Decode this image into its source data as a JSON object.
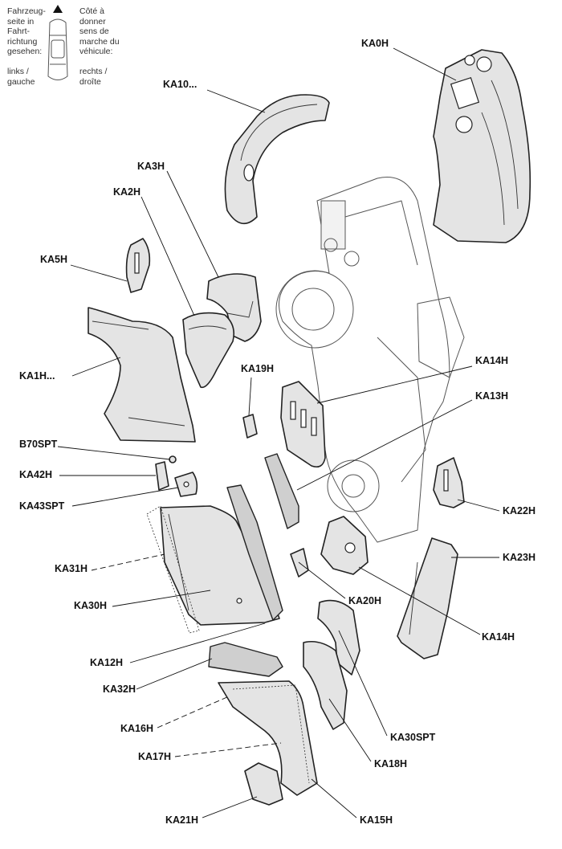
{
  "orientation_note": {
    "left_lines": [
      "Fahrzeug-",
      "seite in",
      "Fahrt-",
      "richtung",
      "gesehen:",
      "",
      "links /",
      "gauche"
    ],
    "right_lines": [
      "Côté à",
      "donner",
      "sens de",
      "marche du",
      "véhicule:",
      "",
      "rechts /",
      "droîte"
    ]
  },
  "labels": [
    {
      "id": "ka0h",
      "text": "KA0H"
    },
    {
      "id": "ka10",
      "text": "KA10..."
    },
    {
      "id": "ka3h",
      "text": "KA3H"
    },
    {
      "id": "ka2h",
      "text": "KA2H"
    },
    {
      "id": "ka5h",
      "text": "KA5H"
    },
    {
      "id": "ka1h",
      "text": "KA1H..."
    },
    {
      "id": "ka19h",
      "text": "KA19H"
    },
    {
      "id": "ka14h-a",
      "text": "KA14H"
    },
    {
      "id": "ka13h",
      "text": "KA13H"
    },
    {
      "id": "b70spt",
      "text": "B70SPT"
    },
    {
      "id": "ka42h",
      "text": "KA42H"
    },
    {
      "id": "ka43spt",
      "text": "KA43SPT"
    },
    {
      "id": "ka22h",
      "text": "KA22H"
    },
    {
      "id": "ka23h",
      "text": "KA23H"
    },
    {
      "id": "ka31h",
      "text": "KA31H"
    },
    {
      "id": "ka30h",
      "text": "KA30H"
    },
    {
      "id": "ka20h",
      "text": "KA20H"
    },
    {
      "id": "ka14h-b",
      "text": "KA14H"
    },
    {
      "id": "ka12h",
      "text": "KA12H"
    },
    {
      "id": "ka32h",
      "text": "KA32H"
    },
    {
      "id": "ka30spt",
      "text": "KA30SPT"
    },
    {
      "id": "ka16h",
      "text": "KA16H"
    },
    {
      "id": "ka17h",
      "text": "KA17H"
    },
    {
      "id": "ka18h",
      "text": "KA18H"
    },
    {
      "id": "ka21h",
      "text": "KA21H"
    },
    {
      "id": "ka15h",
      "text": "KA15H"
    }
  ]
}
